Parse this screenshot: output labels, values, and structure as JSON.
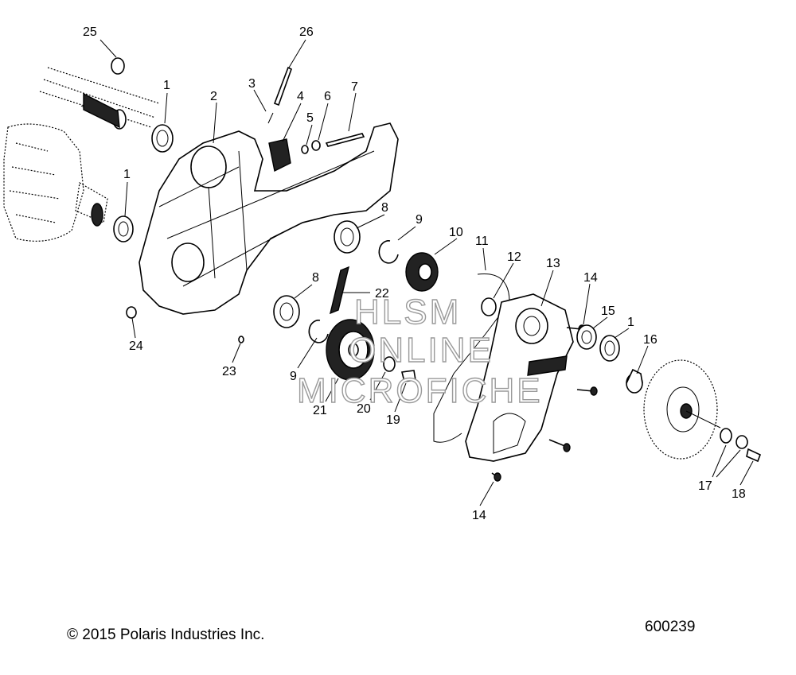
{
  "callouts": [
    {
      "id": "c25",
      "label": "25"
    },
    {
      "id": "c26",
      "label": "26"
    },
    {
      "id": "c1a",
      "label": "1"
    },
    {
      "id": "c2",
      "label": "2"
    },
    {
      "id": "c3",
      "label": "3"
    },
    {
      "id": "c4",
      "label": "4"
    },
    {
      "id": "c5",
      "label": "5"
    },
    {
      "id": "c6",
      "label": "6"
    },
    {
      "id": "c7",
      "label": "7"
    },
    {
      "id": "c1b",
      "label": "1"
    },
    {
      "id": "c8a",
      "label": "8"
    },
    {
      "id": "c9a",
      "label": "9"
    },
    {
      "id": "c10",
      "label": "10"
    },
    {
      "id": "c11",
      "label": "11"
    },
    {
      "id": "c12",
      "label": "12"
    },
    {
      "id": "c13",
      "label": "13"
    },
    {
      "id": "c14a",
      "label": "14"
    },
    {
      "id": "c15",
      "label": "15"
    },
    {
      "id": "c1c",
      "label": "1"
    },
    {
      "id": "c16",
      "label": "16"
    },
    {
      "id": "c8b",
      "label": "8"
    },
    {
      "id": "c22",
      "label": "22"
    },
    {
      "id": "c24",
      "label": "24"
    },
    {
      "id": "c23",
      "label": "23"
    },
    {
      "id": "c9b",
      "label": "9"
    },
    {
      "id": "c21",
      "label": "21"
    },
    {
      "id": "c20",
      "label": "20"
    },
    {
      "id": "c19",
      "label": "19"
    },
    {
      "id": "c17",
      "label": "17"
    },
    {
      "id": "c18",
      "label": "18"
    },
    {
      "id": "c14b",
      "label": "14"
    }
  ],
  "watermark": [
    "HLSM",
    "ONLINE",
    "MICROFICHE"
  ],
  "footer": {
    "copyright": "© 2015 Polaris Industries Inc.",
    "figure_number": "600239"
  }
}
